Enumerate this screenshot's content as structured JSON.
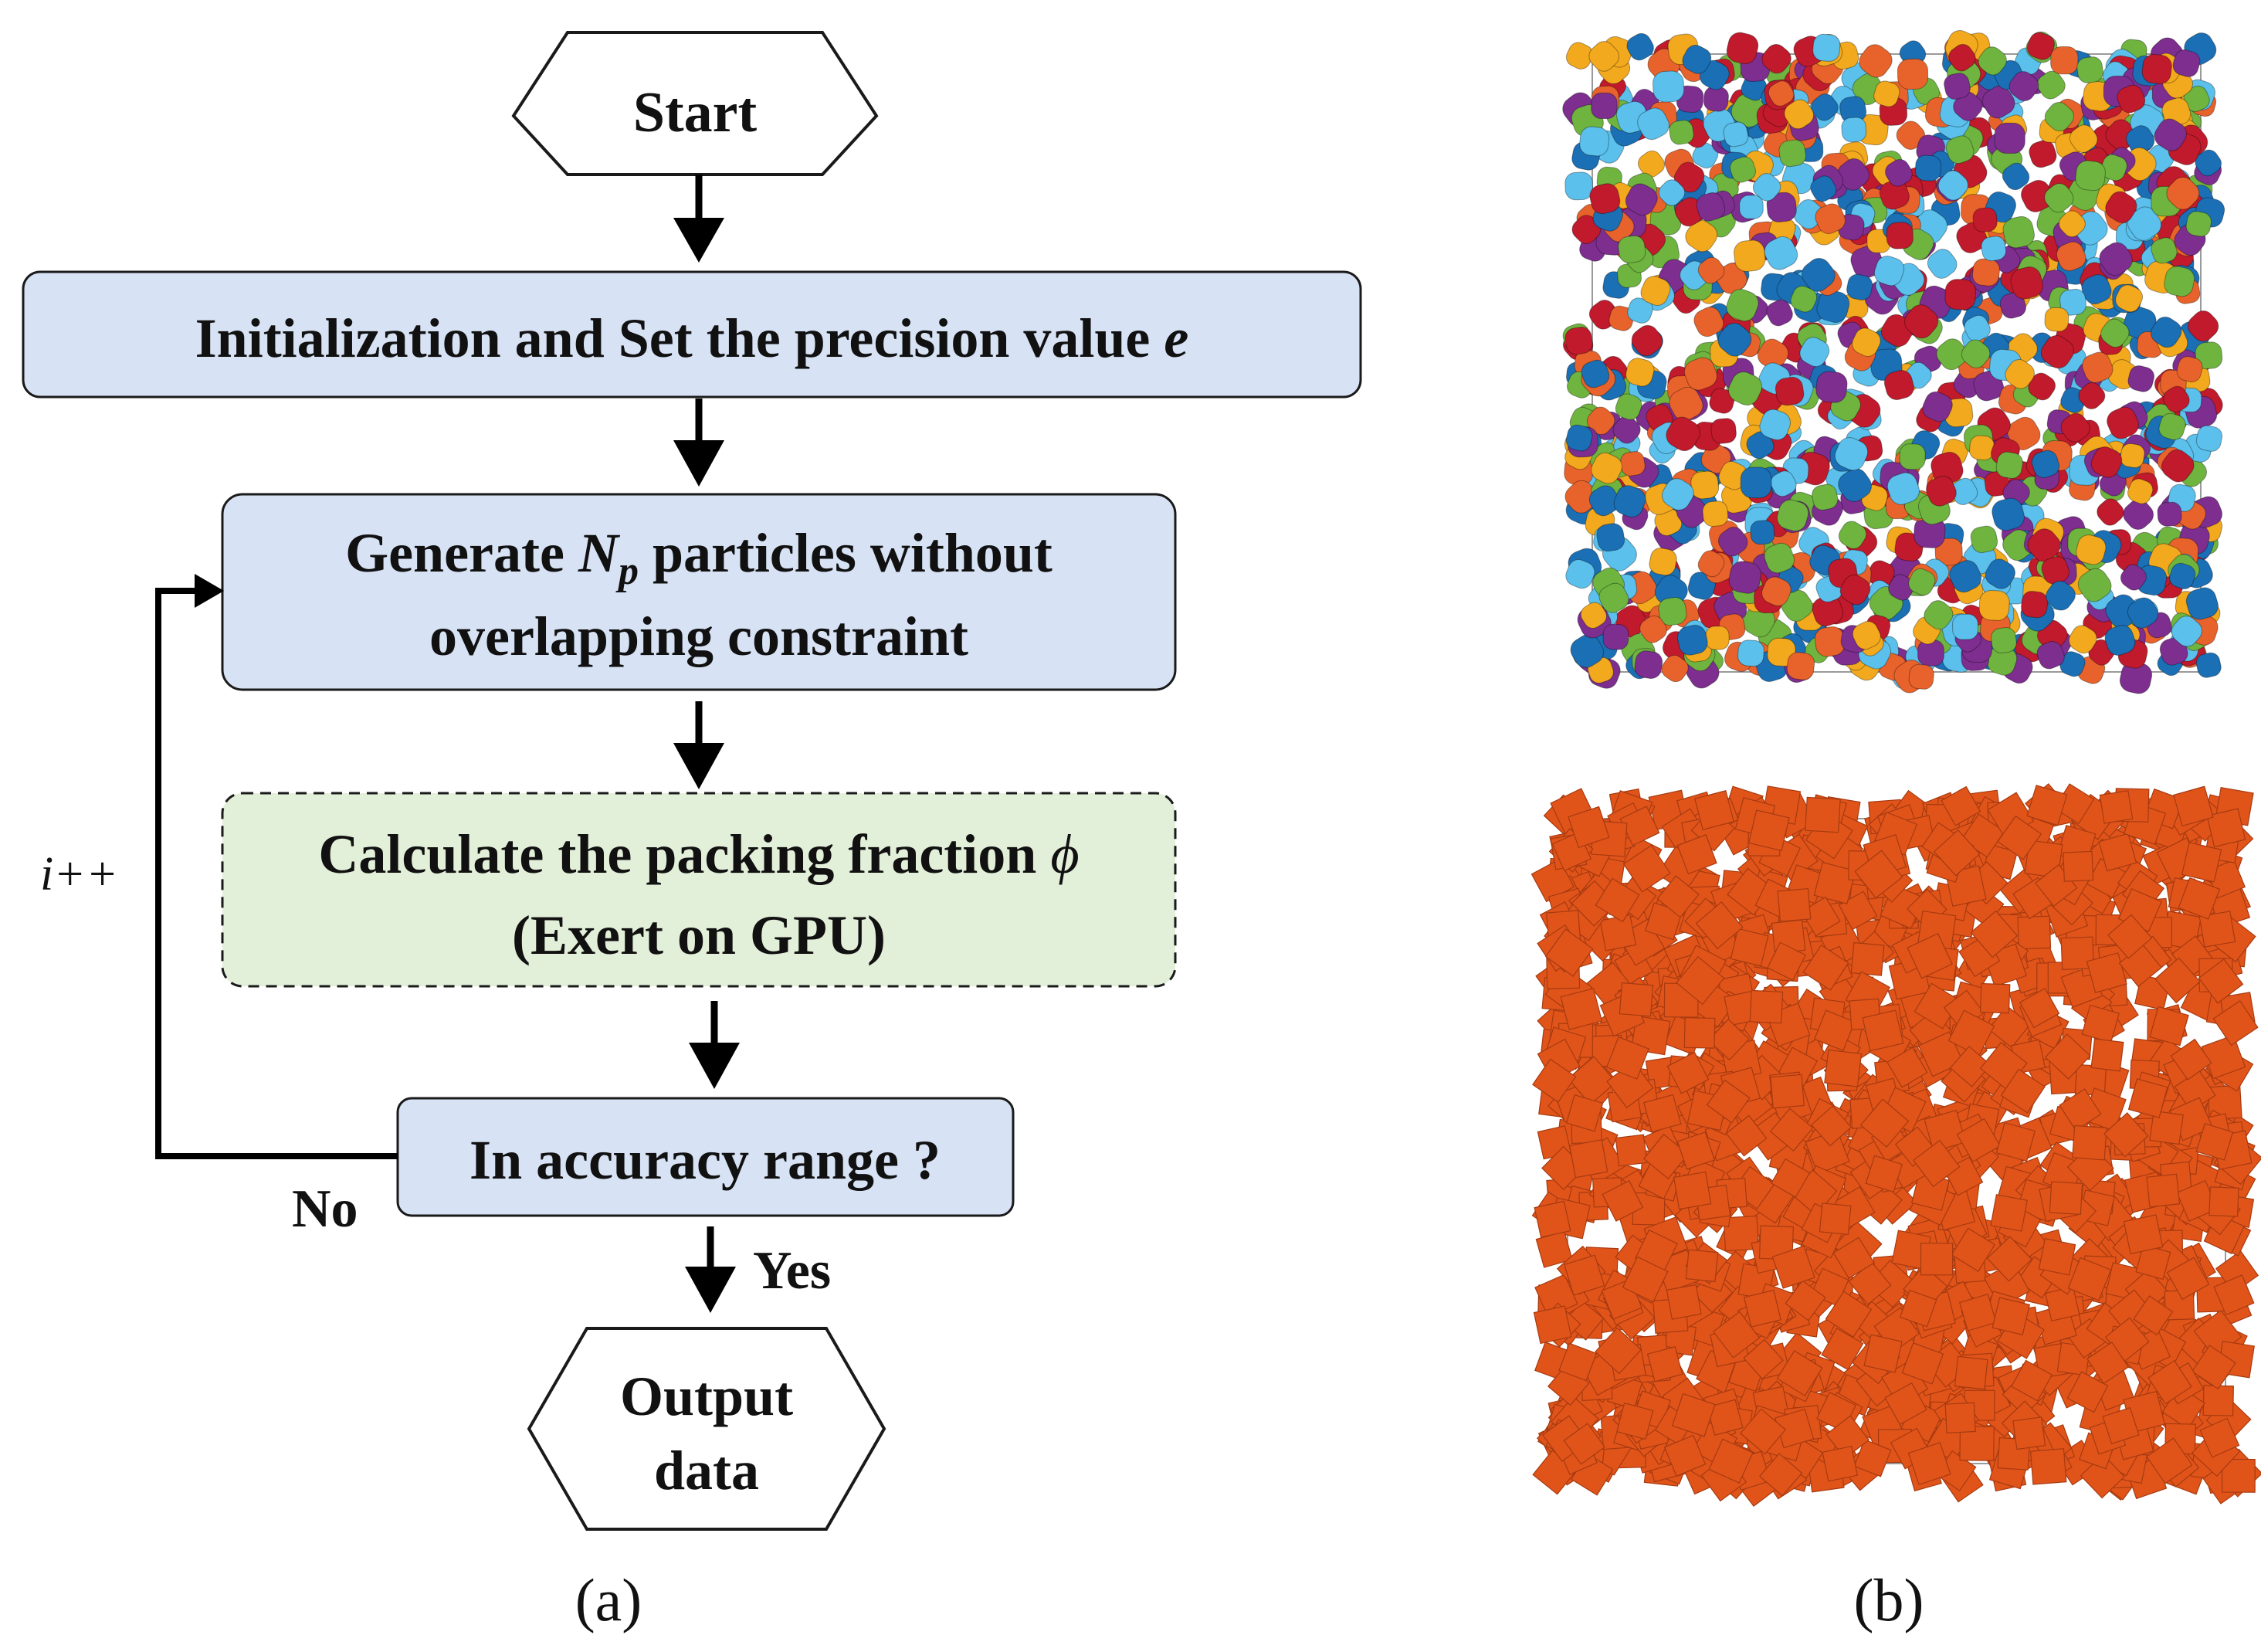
{
  "flowchart": {
    "start": "Start",
    "init": {
      "text": "Initialization and Set the precision value ",
      "var": "e"
    },
    "generate": {
      "prefix": "Generate ",
      "var": "N",
      "sub": "p",
      "suffix": " particles without",
      "line2": "overlapping constraint"
    },
    "calculate": {
      "line1": "Calculate the packing fraction ",
      "var": "ϕ",
      "line2": "(Exert on GPU)"
    },
    "decision": "In accuracy range ?",
    "loop_label": "i++",
    "no_label": "No",
    "yes_label": "Yes",
    "output_line1": "Output",
    "output_line2": "data"
  },
  "captions": {
    "a": "(a)",
    "b": "(b)"
  },
  "packing_top": {
    "shape": "rounded-particle",
    "particle_count": 1100,
    "palette": [
      "#C01A2C",
      "#F2A91D",
      "#1B6FB5",
      "#5BC0EB",
      "#6EB43F",
      "#7D2E8F",
      "#E8632B"
    ]
  },
  "packing_bottom": {
    "shape": "square",
    "particle_count": 1400,
    "color": "#E0541A",
    "edge_color": "#A63A10"
  },
  "colors": {
    "process_fill": "#D7E2F4",
    "gpu_fill": "#E3F0D9",
    "stroke": "#1a1a1a"
  }
}
